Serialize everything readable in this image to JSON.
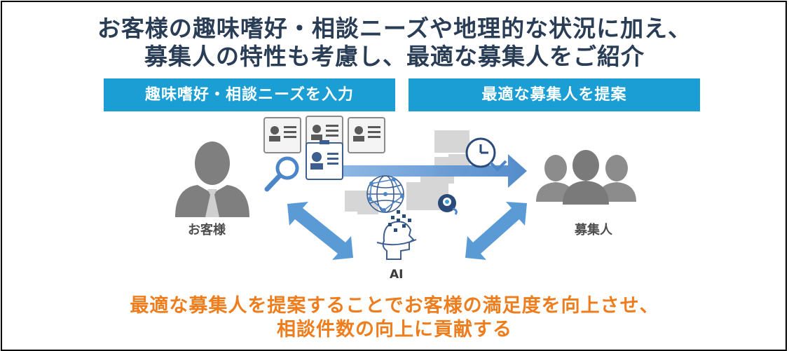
{
  "headline": {
    "line1": "お客様の趣味嗜好・相談ニーズや地理的な状況に加え、",
    "line2": "募集人の特性も考慮し、最適な募集人をご紹介"
  },
  "banners": {
    "left": "趣味嗜好・相談ニーズを入力",
    "right": "最適な募集人を提案"
  },
  "diagram": {
    "customer_label": "お客様",
    "recruiter_label": "募集人",
    "ai_label": "AI"
  },
  "conclusion": {
    "line1": "最適な募集人を提案することでお客様の満足度を向上させ、",
    "line2": "相談件数の向上に貢献する"
  },
  "colors": {
    "headline": "#2a3d56",
    "banner": "#1a9ed4",
    "arrow": "#5b9bd5",
    "conclusion": "#ee7d1e",
    "person": "#7f7f7f"
  },
  "icons": [
    "customer-person-icon",
    "recruiters-group-icon",
    "magnifier-icon",
    "profile-card-icon",
    "network-globe-icon",
    "clock-icon",
    "location-pin-icon",
    "ai-head-icon"
  ]
}
